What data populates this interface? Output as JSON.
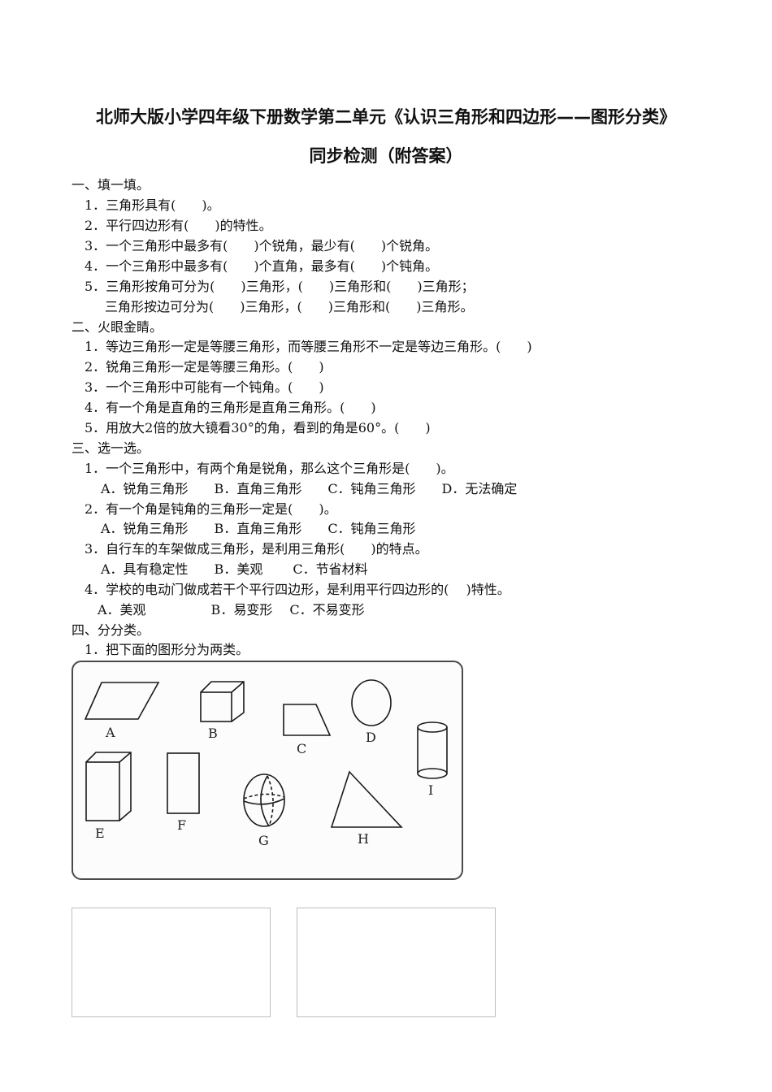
{
  "document": {
    "title_line1": "北师大版小学四年级下册数学第二单元《认识三角形和四边形——图形分类》",
    "title_line2": "同步检测（附答案）"
  },
  "sections": [
    {
      "heading": "一、填一填。",
      "items": [
        "1．三角形具有(　　)。",
        "2．平行四边形有(　　)的特性。",
        "3．一个三角形中最多有(　　)个锐角，最少有(　　)个锐角。",
        "4．一个三角形中最多有(　　)个直角，最多有(　　)个钝角。",
        "5．三角形按角可分为(　　)三角形，(　　)三角形和(　　)三角形；",
        "三角形按边可分为(　　)三角形，(　　)三角形和(　　)三角形。"
      ]
    },
    {
      "heading": "二、火眼金睛。",
      "items": [
        "1．等边三角形一定是等腰三角形，而等腰三角形不一定是等边三角形。(　　)",
        "2．锐角三角形一定是等腰三角形。(　　)",
        "3．一个三角形中可能有一个钝角。(　　)",
        "4．有一个角是直角的三角形是直角三角形。(　　)",
        "5．用放大2倍的放大镜看30°的角，看到的角是60°。(　　)"
      ]
    },
    {
      "heading": "三、选一选。",
      "items": [
        "1．一个三角形中，有两个角是锐角，那么这个三角形是(　　)。",
        "A．锐角三角形　　B．直角三角形　　C．钝角三角形　　D．无法确定",
        "2．有一个角是钝角的三角形一定是(　　)。",
        "A．锐角三角形　　B．直角三角形　　C．钝角三角形",
        "3．自行车的车架做成三角形，是利用三角形(　　)的特点。",
        "A．具有稳定性　　B．美观　　 C．节省材料",
        "4．学校的电动门做成若干个平行四边形，是利用平行四边形的(　 )特性。",
        "A．美观　　　　　B．易变形　 C．不易变形"
      ]
    },
    {
      "heading": "四、分分类。",
      "items": [
        "1．把下面的图形分为两类。"
      ]
    }
  ],
  "figure": {
    "shapes": [
      {
        "label": "A",
        "kind": "parallelogram"
      },
      {
        "label": "B",
        "kind": "cube"
      },
      {
        "label": "C",
        "kind": "trapezoid"
      },
      {
        "label": "D",
        "kind": "circle"
      },
      {
        "label": "E",
        "kind": "cuboid"
      },
      {
        "label": "F",
        "kind": "rectangle"
      },
      {
        "label": "G",
        "kind": "sphere"
      },
      {
        "label": "H",
        "kind": "triangle"
      },
      {
        "label": "I",
        "kind": "cylinder"
      }
    ]
  },
  "answer_boxes": [
    "",
    ""
  ]
}
